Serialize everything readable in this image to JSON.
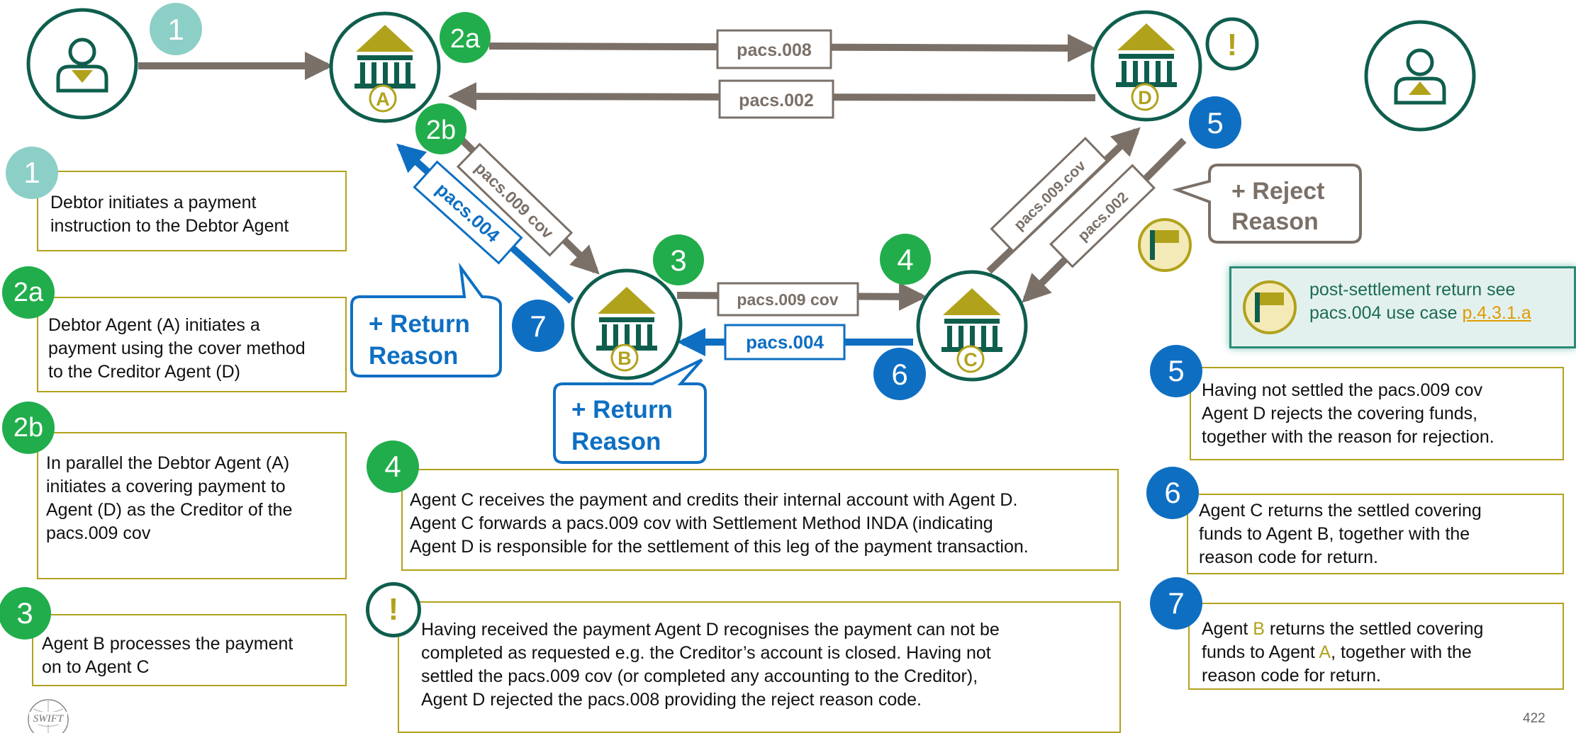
{
  "diagram": {
    "badges": {
      "n1": "1",
      "n2a": "2a",
      "n2b": "2b",
      "n3": "3",
      "n4": "4",
      "n5": "5",
      "n6": "6",
      "n7": "7",
      "alert": "!"
    },
    "agents": {
      "A": "A",
      "B": "B",
      "C": "C",
      "D": "D"
    },
    "messages": {
      "pacs008": "pacs.008",
      "pacs002_top": "pacs.002",
      "pacs009cov_left": "pacs.009 cov",
      "pacs004_left": "pacs.004",
      "pacs009cov_mid": "pacs.009 cov",
      "pacs004_mid": "pacs.004",
      "pacs009cov_right": "pacs.009.cov",
      "pacs002_right": "pacs.002"
    },
    "callouts": {
      "reject": [
        "+ Reject",
        "Reason"
      ],
      "return_left": [
        "+ Return",
        "Reason"
      ],
      "return_mid": [
        "+ Return",
        "Reason"
      ]
    }
  },
  "steps": {
    "s1": {
      "badge": "1",
      "lines": [
        "Debtor initiates a payment",
        "instruction to the Debtor Agent"
      ]
    },
    "s2a": {
      "badge": "2a",
      "lines": [
        "Debtor Agent (A) initiates a",
        "payment using the cover method",
        "to the Creditor Agent (D)"
      ]
    },
    "s2b": {
      "badge": "2b",
      "lines": [
        "In parallel the Debtor Agent (A)",
        "initiates a covering payment to",
        "Agent (D) as the Creditor of the",
        "pacs.009 cov"
      ]
    },
    "s3": {
      "badge": "3",
      "lines": [
        "Agent B processes the payment",
        "on to Agent C"
      ]
    },
    "s4": {
      "badge": "4",
      "lines": [
        "Agent C receives the payment and credits their internal account with Agent D.",
        "Agent C forwards a pacs.009 cov with Settlement Method INDA (indicating",
        "Agent D is responsible for the settlement of this leg of the payment transaction."
      ]
    },
    "s_alert": {
      "badge": "!",
      "lines": [
        "Having received the payment Agent D recognises the payment can not be",
        "completed as requested e.g. the Creditor’s account is closed. Having not",
        "settled the pacs.009 cov (or completed any accounting to the Creditor),",
        "Agent D rejected the pacs.008 providing the reject reason code."
      ]
    },
    "s5": {
      "badge": "5",
      "lines": [
        "Having not settled the pacs.009 cov",
        "Agent D rejects the covering funds,",
        "together with the reason for rejection."
      ]
    },
    "s6": {
      "badge": "6",
      "lines": [
        "Agent C returns the settled covering",
        "funds to Agent B, together with the",
        "reason code for return."
      ]
    },
    "s7": {
      "badge": "7",
      "line1": {
        "pre": "Agent ",
        "hl": "B",
        "post": " returns the settled covering"
      },
      "line2": {
        "pre": "funds to Agent ",
        "hl": "A",
        "post": ", together with the"
      },
      "line3": "reason code for return."
    }
  },
  "legend": {
    "line1": "post-settlement return see",
    "line2_text": "pacs.004 use case",
    "line2_link": "p.4.3.1.a"
  },
  "footer": {
    "logo_text": "SWIFT",
    "page_number": "422"
  },
  "colors": {
    "dark_green": "#0f5e4d",
    "gold": "#b1a21c",
    "brown": "#7a7068",
    "blue": "#0e6fc2",
    "green_badge": "#21ad4b",
    "teal_badge": "#8ccfc6"
  }
}
